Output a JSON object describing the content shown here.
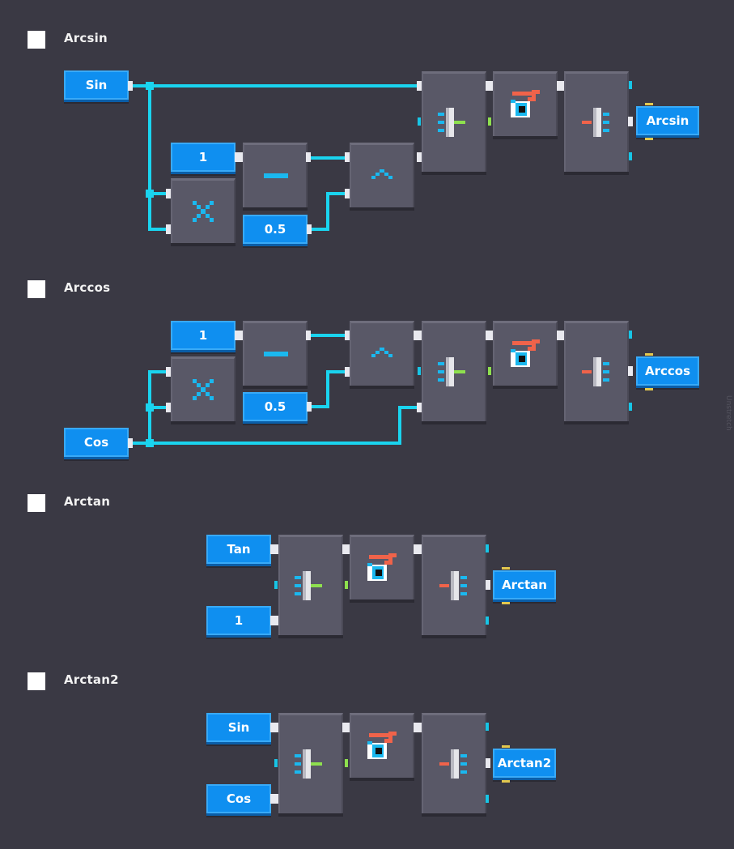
{
  "sections": [
    {
      "title": "Arcsin"
    },
    {
      "title": "Arccos"
    },
    {
      "title": "Arctan"
    },
    {
      "title": "Arctan2"
    }
  ],
  "inputs": {
    "arcsin_sin": "Sin",
    "arcsin_one": "1",
    "arcsin_half": "0.5",
    "arccos_one": "1",
    "arccos_half": "0.5",
    "arccos_cos": "Cos",
    "arctan_tan": "Tan",
    "arctan_one": "1",
    "arctan2_sin": "Sin",
    "arctan2_cos": "Cos"
  },
  "outputs": {
    "arcsin": "Arcsin",
    "arccos": "Arccos",
    "arctan": "Arctan",
    "arctan2": "Arctan2"
  },
  "side_text": "Unstretch",
  "colors": {
    "background": "#3a3944",
    "node": "#0f8ff0",
    "wire": "#1ad4ef",
    "block": "#595867",
    "accent_red": "#f0634a",
    "accent_green": "#8ee04e"
  },
  "icons": [
    "minus-icon",
    "power-icon",
    "multiply-icon",
    "vector-join-icon",
    "angle-eye-icon",
    "vector-split-icon"
  ]
}
